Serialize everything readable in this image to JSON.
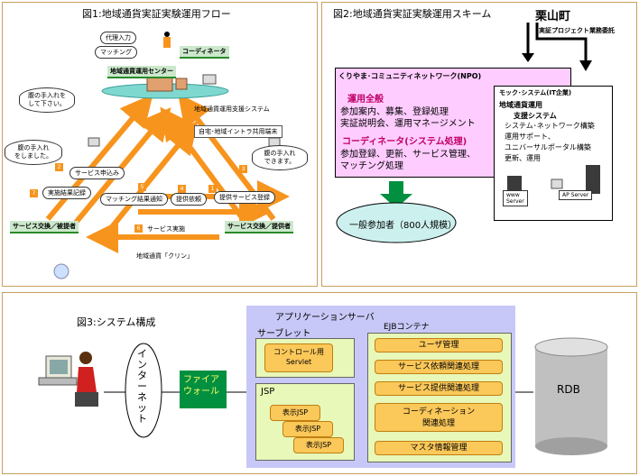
{
  "fig1": {
    "title": "図1:地域通貨実証実験運用フロー",
    "agency_input": "代理入力",
    "matching": "マッチング",
    "coordinator": "コーディネータ",
    "center": "地域通貨運用センター",
    "support_system": "地域通貨運用支援システム",
    "intranet": "自宅･地域イントラ共用端末",
    "callout_left_top": "腹の手入れを\nして下さい。",
    "callout_left": "腹の手入れ\nをしました。",
    "callout_right": "腹の手入れ\nできます。",
    "step1": "1",
    "step2": "2",
    "step3": "3",
    "step4": "4",
    "step5": "5",
    "step6": "6",
    "step7": "7",
    "label_service_request": "サービス申込み",
    "label_result_record": "実施結果記録",
    "label_matching_notice": "マッチング結果通知",
    "label_offer_request": "提供依頼",
    "label_service_register": "提供サービス登録",
    "service_receiver": "サービス交換／被提者",
    "service_provider": "サービス交換／提供者",
    "service_exec": "サービス実施",
    "currency": "地域通貨「クリン」"
  },
  "fig2": {
    "title": "図2:地域通貨実証実験運用スキーム",
    "town": "栗山町",
    "commission": "実証プロジェクト業務委託",
    "npo_title": "くりやま･コミュニティネットワーク(NPO)",
    "ops_title": "運用全般",
    "ops_line1": "参加案内、募集、登録処理",
    "ops_line2": "実証説明会、運用マネージメント",
    "coord_title": "コーディネータ(システム処理)",
    "coord_line1": "参加登録、更新、サービス管理、",
    "coord_line2": "マッチング処理",
    "it_title": "モック･システム(IT企業)",
    "it_sub1": "地域通貨運用",
    "it_sub2": "支援システム",
    "it_line1": "システム･ネットワーク構築",
    "it_line2": "運用サポート、",
    "it_line3": "ユニバーサルポータル構築",
    "it_line4": "更新、運用",
    "www_server": "www\nServer",
    "ap_server": "AP Server",
    "participants": "一般参加者（800人規模）"
  },
  "fig3": {
    "title": "図3:システム構成",
    "internet": "インターネット",
    "firewall": "ファイア\nウォール",
    "app_server": "アプリケーションサーバ",
    "servlet": "サーブレット",
    "control_servlet": "コントロール用\nServlet",
    "ejb": "EJBコンテナ",
    "jsp": "JSP",
    "display_jsp": "表示JSP",
    "ejb_items": [
      "ユーザ管理",
      "サービス依頼関連処理",
      "サービス提供関連処理",
      "コーディネーション\n関連処理",
      "マスタ情報管理"
    ],
    "rdb": "RDB"
  },
  "colors": {
    "orange": "#f7941d",
    "pink": "#ffccff",
    "teal": "#ccf0ee",
    "lavender": "#c8c8f8",
    "green_box": "#009040"
  }
}
